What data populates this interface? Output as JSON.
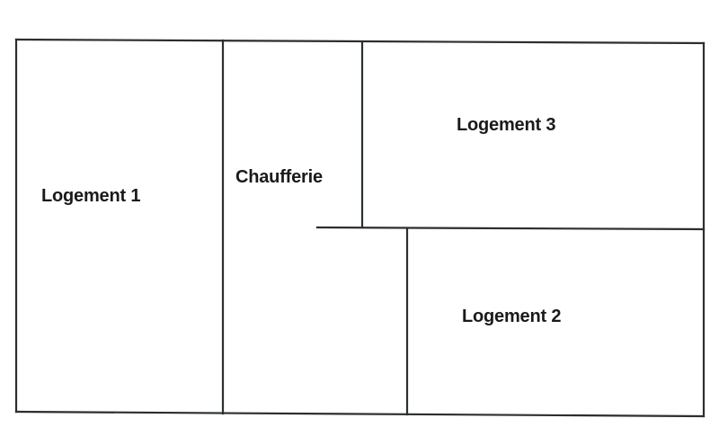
{
  "floor_plan": {
    "rooms": [
      {
        "id": "logement-1",
        "label": "Logement 1"
      },
      {
        "id": "chaufferie",
        "label": "Chaufferie"
      },
      {
        "id": "logement-3",
        "label": "Logement 3"
      },
      {
        "id": "logement-2",
        "label": "Logement 2"
      }
    ],
    "line_color": "#2b2f2f"
  }
}
